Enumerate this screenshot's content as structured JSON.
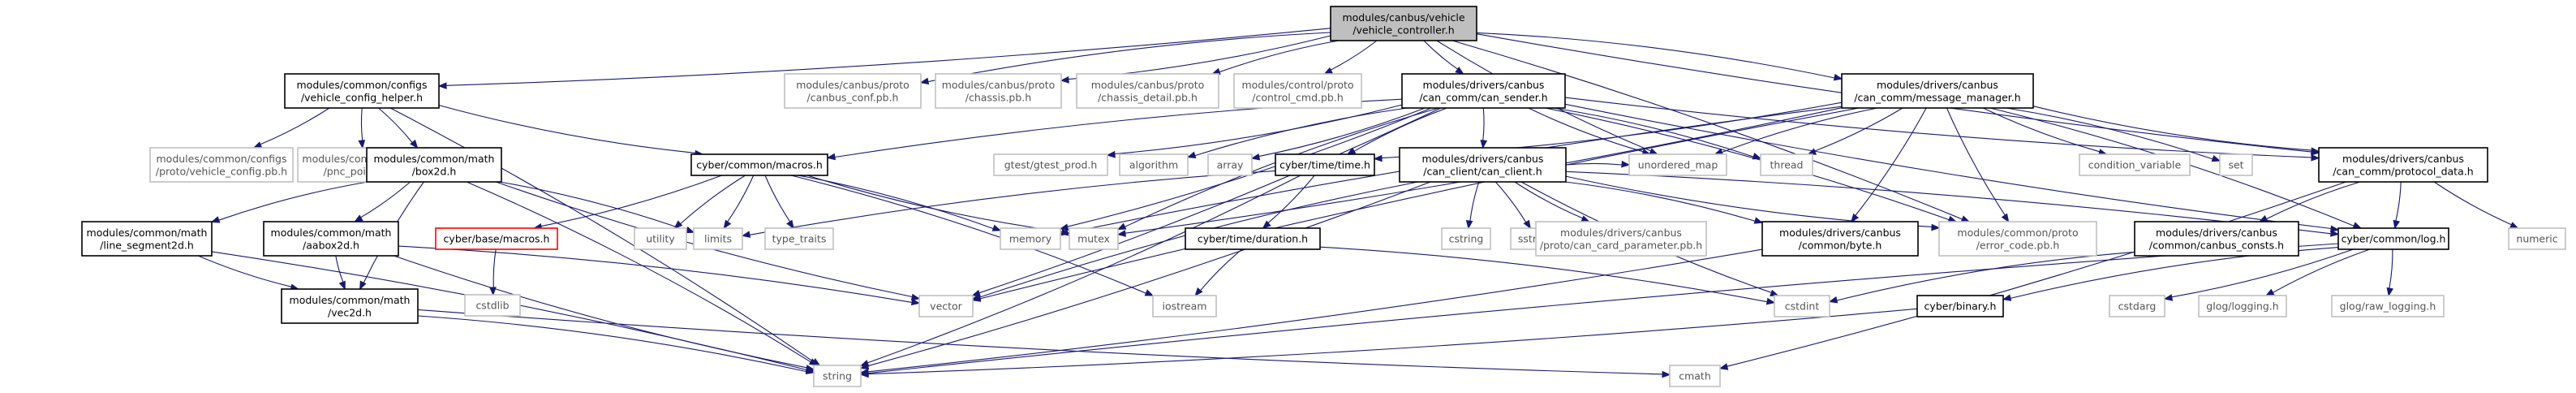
{
  "graph": {
    "nodes": [
      {
        "id": "root",
        "lines": [
          "modules/canbus/vehicle",
          "/vehicle_controller.h"
        ],
        "style": "root"
      },
      {
        "id": "vch",
        "lines": [
          "modules/common/configs",
          "/vehicle_config_helper.h"
        ],
        "style": "doc"
      },
      {
        "id": "canbus_conf",
        "lines": [
          "modules/canbus/proto",
          "/canbus_conf.pb.h"
        ],
        "style": "ext"
      },
      {
        "id": "chassis",
        "lines": [
          "modules/canbus/proto",
          "/chassis.pb.h"
        ],
        "style": "ext"
      },
      {
        "id": "chassis_detail",
        "lines": [
          "modules/canbus/proto",
          "/chassis_detail.pb.h"
        ],
        "style": "ext"
      },
      {
        "id": "control_cmd",
        "lines": [
          "modules/control/proto",
          "/control_cmd.pb.h"
        ],
        "style": "ext"
      },
      {
        "id": "can_sender",
        "lines": [
          "modules/drivers/canbus",
          "/can_comm/can_sender.h"
        ],
        "style": "doc"
      },
      {
        "id": "msg_mgr",
        "lines": [
          "modules/drivers/canbus",
          "/can_comm/message_manager.h"
        ],
        "style": "doc"
      },
      {
        "id": "vehicle_config",
        "lines": [
          "modules/common/configs",
          "/proto/vehicle_config.pb.h"
        ],
        "style": "ext"
      },
      {
        "id": "pnc_point",
        "lines": [
          "modules/common/proto",
          "/pnc_point.pb.h"
        ],
        "style": "ext"
      },
      {
        "id": "box2d",
        "lines": [
          "modules/common/math",
          "/box2d.h"
        ],
        "style": "doc"
      },
      {
        "id": "cyber_macros",
        "lines": [
          "cyber/common/macros.h"
        ],
        "style": "doc"
      },
      {
        "id": "gtest_prod",
        "lines": [
          "gtest/gtest_prod.h"
        ],
        "style": "ext"
      },
      {
        "id": "algorithm",
        "lines": [
          "algorithm"
        ],
        "style": "ext"
      },
      {
        "id": "array",
        "lines": [
          "array"
        ],
        "style": "ext"
      },
      {
        "id": "time_h",
        "lines": [
          "cyber/time/time.h"
        ],
        "style": "doc"
      },
      {
        "id": "can_client",
        "lines": [
          "modules/drivers/canbus",
          "/can_client/can_client.h"
        ],
        "style": "doc"
      },
      {
        "id": "unordered_map",
        "lines": [
          "unordered_map"
        ],
        "style": "ext"
      },
      {
        "id": "thread",
        "lines": [
          "thread"
        ],
        "style": "ext"
      },
      {
        "id": "condition_variable",
        "lines": [
          "condition_variable"
        ],
        "style": "ext"
      },
      {
        "id": "set",
        "lines": [
          "set"
        ],
        "style": "ext"
      },
      {
        "id": "protocol_data",
        "lines": [
          "modules/drivers/canbus",
          "/can_comm/protocol_data.h"
        ],
        "style": "doc"
      },
      {
        "id": "line_segment",
        "lines": [
          "modules/common/math",
          "/line_segment2d.h"
        ],
        "style": "doc"
      },
      {
        "id": "aabox",
        "lines": [
          "modules/common/math",
          "/aabox2d.h"
        ],
        "style": "doc"
      },
      {
        "id": "base_macros",
        "lines": [
          "cyber/base/macros.h"
        ],
        "style": "red"
      },
      {
        "id": "utility",
        "lines": [
          "utility"
        ],
        "style": "ext"
      },
      {
        "id": "limits",
        "lines": [
          "limits"
        ],
        "style": "ext"
      },
      {
        "id": "type_traits",
        "lines": [
          "type_traits"
        ],
        "style": "ext"
      },
      {
        "id": "memory",
        "lines": [
          "memory"
        ],
        "style": "ext"
      },
      {
        "id": "mutex",
        "lines": [
          "mutex"
        ],
        "style": "ext"
      },
      {
        "id": "duration",
        "lines": [
          "cyber/time/duration.h"
        ],
        "style": "doc"
      },
      {
        "id": "cstring",
        "lines": [
          "cstring"
        ],
        "style": "ext"
      },
      {
        "id": "sstream",
        "lines": [
          "sstream"
        ],
        "style": "ext"
      },
      {
        "id": "can_card",
        "lines": [
          "modules/drivers/canbus",
          "/proto/can_card_parameter.pb.h"
        ],
        "style": "ext"
      },
      {
        "id": "byte_h",
        "lines": [
          "modules/drivers/canbus",
          "/common/byte.h"
        ],
        "style": "doc"
      },
      {
        "id": "error_code",
        "lines": [
          "modules/common/proto",
          "/error_code.pb.h"
        ],
        "style": "ext"
      },
      {
        "id": "canbus_consts",
        "lines": [
          "modules/drivers/canbus",
          "/common/canbus_consts.h"
        ],
        "style": "doc"
      },
      {
        "id": "log_h",
        "lines": [
          "cyber/common/log.h"
        ],
        "style": "doc"
      },
      {
        "id": "numeric",
        "lines": [
          "numeric"
        ],
        "style": "ext"
      },
      {
        "id": "cstdlib",
        "lines": [
          "cstdlib"
        ],
        "style": "ext"
      },
      {
        "id": "vec2d",
        "lines": [
          "modules/common/math",
          "/vec2d.h"
        ],
        "style": "doc"
      },
      {
        "id": "vector",
        "lines": [
          "vector"
        ],
        "style": "ext"
      },
      {
        "id": "iostream",
        "lines": [
          "iostream"
        ],
        "style": "ext"
      },
      {
        "id": "cstdint",
        "lines": [
          "cstdint"
        ],
        "style": "ext"
      },
      {
        "id": "binary_h",
        "lines": [
          "cyber/binary.h"
        ],
        "style": "doc"
      },
      {
        "id": "cstdarg",
        "lines": [
          "cstdarg"
        ],
        "style": "ext"
      },
      {
        "id": "glog_logging",
        "lines": [
          "glog/logging.h"
        ],
        "style": "ext"
      },
      {
        "id": "glog_raw",
        "lines": [
          "glog/raw_logging.h"
        ],
        "style": "ext"
      },
      {
        "id": "string",
        "lines": [
          "string"
        ],
        "style": "ext"
      },
      {
        "id": "cmath",
        "lines": [
          "cmath"
        ],
        "style": "ext"
      }
    ],
    "edges": [
      [
        "root",
        "vch"
      ],
      [
        "root",
        "canbus_conf"
      ],
      [
        "root",
        "chassis"
      ],
      [
        "root",
        "chassis_detail"
      ],
      [
        "root",
        "control_cmd"
      ],
      [
        "root",
        "can_sender"
      ],
      [
        "root",
        "msg_mgr"
      ],
      [
        "root",
        "protocol_data"
      ],
      [
        "root",
        "error_code"
      ],
      [
        "root",
        "unordered_map"
      ],
      [
        "vch",
        "vehicle_config"
      ],
      [
        "vch",
        "pnc_point"
      ],
      [
        "vch",
        "box2d"
      ],
      [
        "vch",
        "cyber_macros"
      ],
      [
        "vch",
        "string"
      ],
      [
        "box2d",
        "line_segment"
      ],
      [
        "box2d",
        "aabox"
      ],
      [
        "box2d",
        "vec2d"
      ],
      [
        "box2d",
        "limits"
      ],
      [
        "box2d",
        "vector"
      ],
      [
        "box2d",
        "string"
      ],
      [
        "line_segment",
        "vec2d"
      ],
      [
        "line_segment",
        "string"
      ],
      [
        "aabox",
        "vec2d"
      ],
      [
        "aabox",
        "vector"
      ],
      [
        "aabox",
        "string"
      ],
      [
        "vec2d",
        "string"
      ],
      [
        "vec2d",
        "cmath"
      ],
      [
        "cyber_macros",
        "base_macros"
      ],
      [
        "cyber_macros",
        "utility"
      ],
      [
        "cyber_macros",
        "limits"
      ],
      [
        "cyber_macros",
        "type_traits"
      ],
      [
        "cyber_macros",
        "memory"
      ],
      [
        "cyber_macros",
        "mutex"
      ],
      [
        "cyber_macros",
        "iostream"
      ],
      [
        "base_macros",
        "cstdlib"
      ],
      [
        "can_sender",
        "gtest_prod"
      ],
      [
        "can_sender",
        "algorithm"
      ],
      [
        "can_sender",
        "array"
      ],
      [
        "can_sender",
        "time_h"
      ],
      [
        "can_sender",
        "can_client"
      ],
      [
        "can_sender",
        "unordered_map"
      ],
      [
        "can_sender",
        "thread"
      ],
      [
        "can_sender",
        "cyber_macros"
      ],
      [
        "can_sender",
        "memory"
      ],
      [
        "can_sender",
        "mutex"
      ],
      [
        "can_sender",
        "vector"
      ],
      [
        "can_sender",
        "log_h"
      ],
      [
        "can_sender",
        "error_code"
      ],
      [
        "can_sender",
        "protocol_data"
      ],
      [
        "time_h",
        "duration"
      ],
      [
        "time_h",
        "limits"
      ],
      [
        "time_h",
        "string"
      ],
      [
        "duration",
        "iostream"
      ],
      [
        "duration",
        "cstdint"
      ],
      [
        "can_client",
        "cstring"
      ],
      [
        "can_client",
        "sstream"
      ],
      [
        "can_client",
        "can_card"
      ],
      [
        "can_client",
        "byte_h"
      ],
      [
        "can_client",
        "error_code"
      ],
      [
        "can_client",
        "log_h"
      ],
      [
        "can_client",
        "vector"
      ],
      [
        "can_client",
        "string"
      ],
      [
        "can_client",
        "cstdint"
      ],
      [
        "can_client",
        "unordered_map"
      ],
      [
        "msg_mgr",
        "condition_variable"
      ],
      [
        "msg_mgr",
        "set"
      ],
      [
        "msg_mgr",
        "protocol_data"
      ],
      [
        "msg_mgr",
        "thread"
      ],
      [
        "msg_mgr",
        "unordered_map"
      ],
      [
        "msg_mgr",
        "time_h"
      ],
      [
        "msg_mgr",
        "memory"
      ],
      [
        "msg_mgr",
        "mutex"
      ],
      [
        "msg_mgr",
        "vector"
      ],
      [
        "msg_mgr",
        "byte_h"
      ],
      [
        "msg_mgr",
        "error_code"
      ],
      [
        "msg_mgr",
        "log_h"
      ],
      [
        "protocol_data",
        "canbus_consts"
      ],
      [
        "protocol_data",
        "log_h"
      ],
      [
        "protocol_data",
        "numeric"
      ],
      [
        "protocol_data",
        "cmath"
      ],
      [
        "canbus_consts",
        "cstdint"
      ],
      [
        "byte_h",
        "string"
      ],
      [
        "log_h",
        "binary_h"
      ],
      [
        "log_h",
        "cstdarg"
      ],
      [
        "log_h",
        "glog_logging"
      ],
      [
        "log_h",
        "glog_raw"
      ],
      [
        "log_h",
        "string"
      ],
      [
        "binary_h",
        "string"
      ]
    ]
  },
  "colors": {
    "edge": "#191970",
    "doc_border": "#000000",
    "ext_border": "#bfbfbf",
    "red_border": "#ff0000",
    "root_fill": "#bfbfbf",
    "ext_text": "#555555",
    "doc_text": "#000000"
  }
}
